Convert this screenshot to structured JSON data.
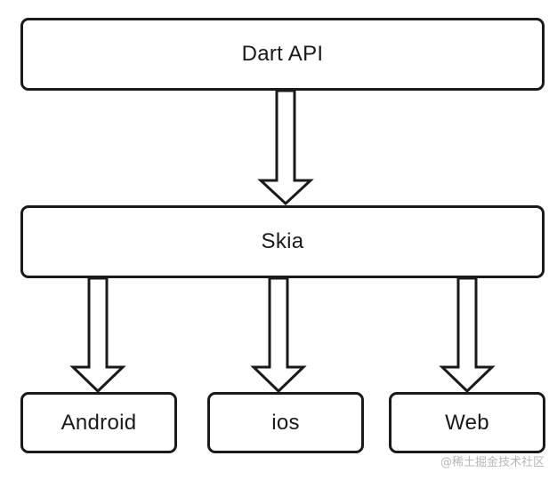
{
  "diagram": {
    "nodes": {
      "dart_api": {
        "label": "Dart API"
      },
      "skia": {
        "label": "Skia"
      },
      "android": {
        "label": "Android"
      },
      "ios": {
        "label": "ios"
      },
      "web": {
        "label": "Web"
      }
    },
    "edges": [
      {
        "from": "Dart API",
        "to": "Skia"
      },
      {
        "from": "Skia",
        "to": "Android"
      },
      {
        "from": "Skia",
        "to": "ios"
      },
      {
        "from": "Skia",
        "to": "Web"
      }
    ],
    "colors": {
      "stroke": "#1a1a1a",
      "fill": "#ffffff",
      "watermark": "#b7b7b7"
    }
  },
  "watermark": "@稀土掘金技术社区"
}
